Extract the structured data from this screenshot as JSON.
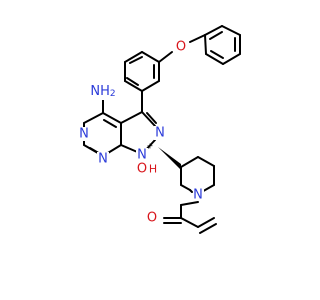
{
  "molecule": {
    "atoms": {
      "amino_nh2": {
        "label": "NH2",
        "color": "#2b3bd9"
      },
      "ether_o": {
        "label": "O",
        "color": "#d8151b"
      },
      "pyrimidine_n5": {
        "label": "N",
        "color": "#2b3bd9"
      },
      "pyrimidine_n7": {
        "label": "N",
        "color": "#2b3bd9"
      },
      "pyrazole_n2": {
        "label": "N",
        "color": "#2b3bd9"
      },
      "pyrazole_n1": {
        "label": "N",
        "color": "#2b3bd9"
      },
      "n1_charge": {
        "label": "+",
        "color": "#000000"
      },
      "hydroxyl_o": {
        "label": "O",
        "color": "#d8151b"
      },
      "hydroxyl_h": {
        "label": "H",
        "color": "#d8151b"
      },
      "piperidine_n": {
        "label": "N",
        "color": "#2b3bd9"
      },
      "carbonyl_o": {
        "label": "O",
        "color": "#d8151b"
      }
    }
  }
}
